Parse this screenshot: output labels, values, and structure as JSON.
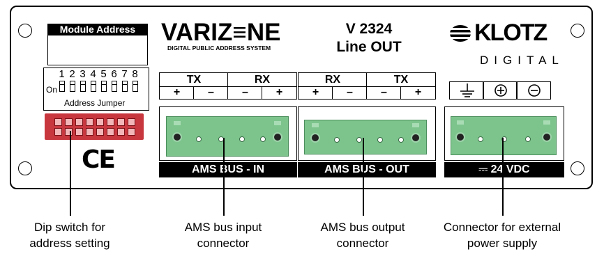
{
  "module_address": {
    "label": "Module Address"
  },
  "dip": {
    "numbers": [
      "1",
      "2",
      "3",
      "4",
      "5",
      "6",
      "7",
      "8"
    ],
    "on_label": "On",
    "caption": "Address Jumper"
  },
  "ce_mark": "CE",
  "brand": {
    "name": "VARIZ≡NE",
    "tagline": "DIGITAL PUBLIC ADDRESS SYSTEM"
  },
  "model": {
    "number": "V 2324",
    "type": "Line OUT"
  },
  "maker": {
    "name": "KLOTZ",
    "sub": "DIGITAL"
  },
  "bus_in": {
    "groups": [
      "TX",
      "RX"
    ],
    "signs": [
      "+",
      "–",
      "–",
      "+"
    ],
    "bar": "AMS BUS - IN"
  },
  "bus_out": {
    "groups": [
      "RX",
      "TX"
    ],
    "signs": [
      "+",
      "–",
      "–",
      "+"
    ],
    "bar": "AMS BUS - OUT"
  },
  "power": {
    "symbols": [
      "ground",
      "⊕",
      "⊖"
    ],
    "bar": "⎓ 24 VDC"
  },
  "callouts": [
    {
      "line1": "Dip switch for",
      "line2": "address setting"
    },
    {
      "line1": "AMS bus input",
      "line2": "connector"
    },
    {
      "line1": "AMS bus output",
      "line2": "connector"
    },
    {
      "line1": "Connector for external",
      "line2": "power supply"
    }
  ],
  "colors": {
    "connector": "#7cc48c",
    "dip_block": "#c8373e"
  }
}
